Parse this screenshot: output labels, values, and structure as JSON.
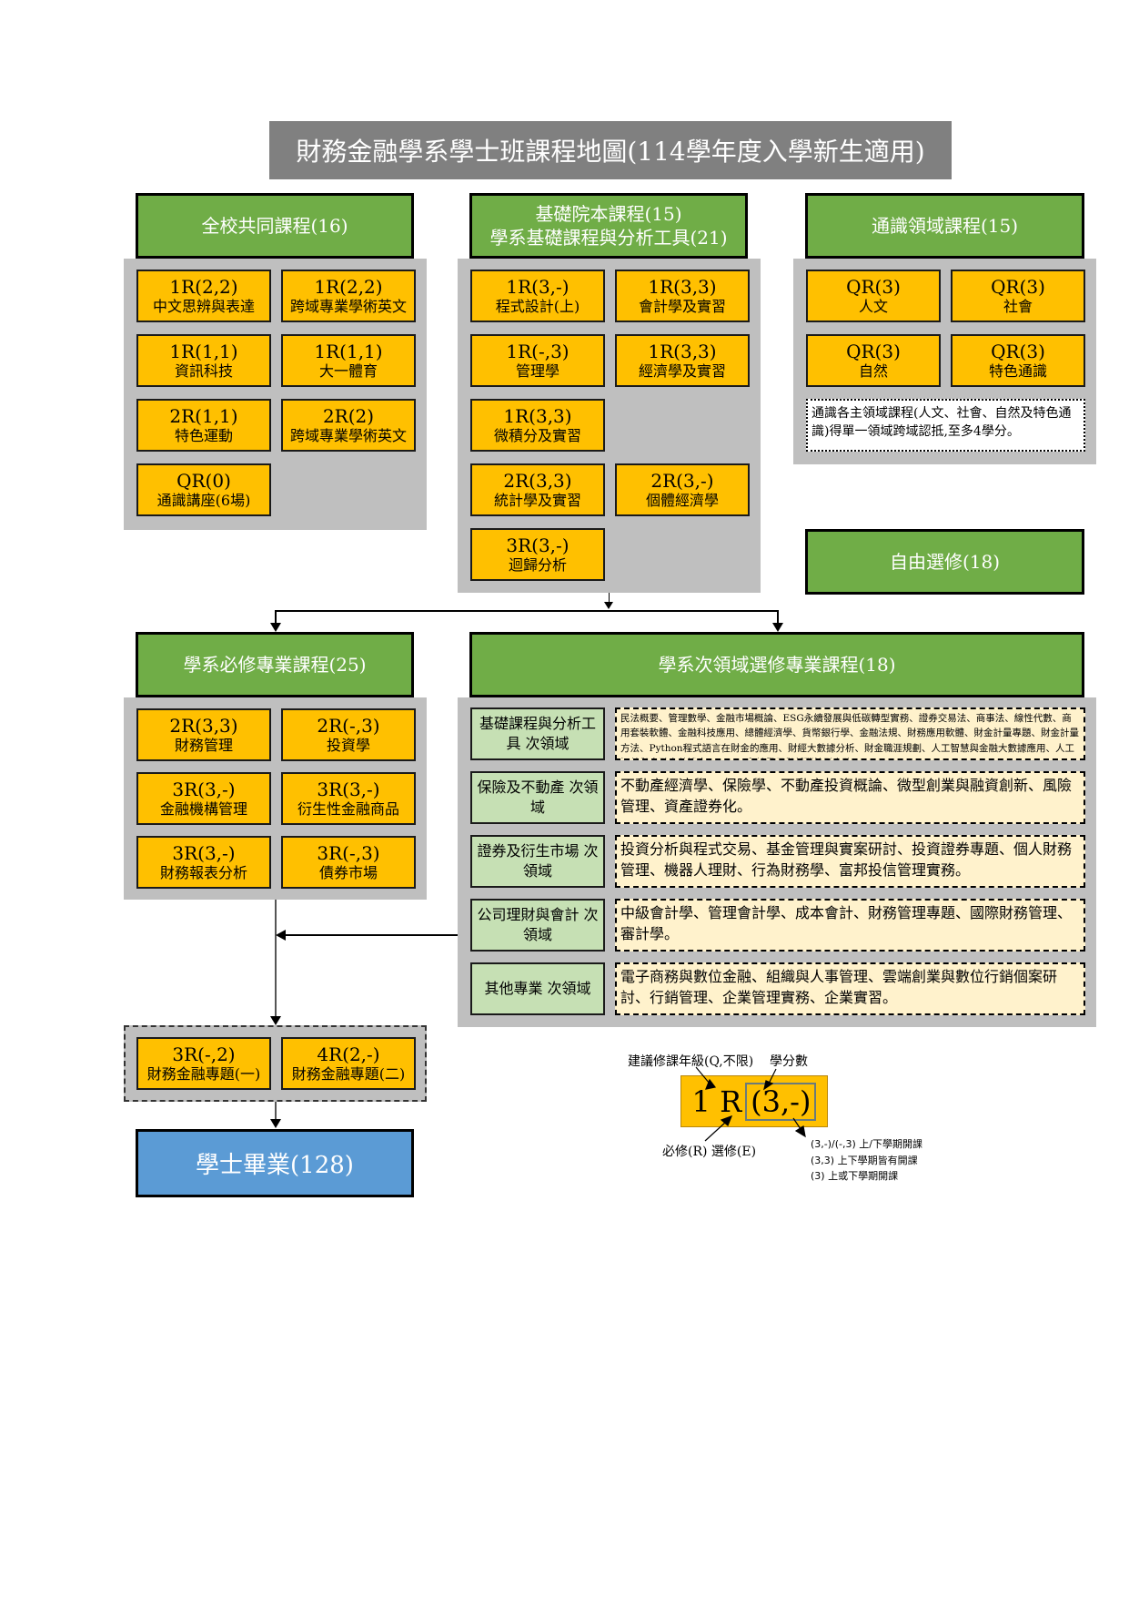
{
  "title": "財務金融學系學士班課程地圖(114學年度入學新生適用)",
  "sections": {
    "university_common": {
      "header": "全校共同課程(16)",
      "courses": [
        {
          "code": "1R(2,2)",
          "name": "中文思辨與表達"
        },
        {
          "code": "1R(2,2)",
          "name": "跨域專業學術英文"
        },
        {
          "code": "1R(1,1)",
          "name": "資訊科技"
        },
        {
          "code": "1R(1,1)",
          "name": "大一體育"
        },
        {
          "code": "2R(1,1)",
          "name": "特色運動"
        },
        {
          "code": "2R(2)",
          "name": "跨域專業學術英文"
        },
        {
          "code": "QR(0)",
          "name": "通識講座(6場)"
        }
      ]
    },
    "college_basic": {
      "header_line1": "基礎院本課程(15)",
      "header_line2": "學系基礎課程與分析工具(21)",
      "courses": [
        {
          "code": "1R(3,-)",
          "name": "程式設計(上)"
        },
        {
          "code": "1R(3,3)",
          "name": "會計學及實習"
        },
        {
          "code": "1R(-,3)",
          "name": "管理學"
        },
        {
          "code": "1R(3,3)",
          "name": "經濟學及實習"
        },
        {
          "code": "1R(3,3)",
          "name": "微積分及實習"
        },
        {
          "code": "2R(3,3)",
          "name": "統計學及實習"
        },
        {
          "code": "2R(3,-)",
          "name": "個體經濟學"
        },
        {
          "code": "3R(3,-)",
          "name": "迴歸分析"
        }
      ]
    },
    "general_education": {
      "header": "通識領域課程(15)",
      "courses": [
        {
          "code": "QR(3)",
          "name": "人文"
        },
        {
          "code": "QR(3)",
          "name": "社會"
        },
        {
          "code": "QR(3)",
          "name": "自然"
        },
        {
          "code": "QR(3)",
          "name": "特色通識"
        }
      ],
      "note": "通識各主領域課程(人文、社會、自然及特色通識)得單一領域跨域認抵,至多4學分。"
    },
    "free_elective": {
      "header": "自由選修(18)"
    },
    "dept_required": {
      "header": "學系必修專業課程(25)",
      "courses": [
        {
          "code": "2R(3,3)",
          "name": "財務管理"
        },
        {
          "code": "2R(-,3)",
          "name": "投資學"
        },
        {
          "code": "3R(3,-)",
          "name": "金融機構管理"
        },
        {
          "code": "3R(3,-)",
          "name": "衍生性金融商品"
        },
        {
          "code": "3R(3,-)",
          "name": "財務報表分析"
        },
        {
          "code": "3R(-,3)",
          "name": "債券市場"
        }
      ]
    },
    "dept_subdomain": {
      "header": "學系次領域選修專業課程(18)",
      "subdomains": [
        {
          "label": "基礎課程與分析工具 次領域",
          "courses": "民法概要、管理數學、金融市場概論、ESG永續發展與低碳轉型實務、證券交易法、商事法、線性代數、商用套裝軟體、金融科技應用、總體經濟學、貨幣銀行學、金融法規、財務應用軟體、財金計量專題、財金計量方法、Python程式語言在財金的應用、財經大數據分析、財金職涯規劃、人工智慧與金融大數據應用、人工智慧與金融大數據應用、ESG永續發展與低碳轉型實務。"
        },
        {
          "label": "保險及不動產 次領域",
          "courses": "不動產經濟學、保險學、不動產投資概論、微型創業與融資創新、風險管理、資產證券化。"
        },
        {
          "label": "證券及衍生市場 次領域",
          "courses": "投資分析與程式交易、基金管理與實案研討、投資證券專題、個人財務管理、機器人理財、行為財務學、富邦投信管理實務。"
        },
        {
          "label": "公司理財與會計 次領域",
          "courses": "中級會計學、管理會計學、成本會計、財務管理專題、國際財務管理、審計學。"
        },
        {
          "label": "其他專業 次領域",
          "courses": "電子商務與數位金融、組織與人事管理、雲端創業與數位行銷個案研討、行銷管理、企業管理實務、企業實習。"
        }
      ]
    },
    "capstone": {
      "courses": [
        {
          "code": "3R(-,2)",
          "name": "財務金融專題(一)"
        },
        {
          "code": "4R(2,-)",
          "name": "財務金融專題(二)"
        }
      ]
    },
    "graduation": {
      "label": "學士畢業(128)"
    }
  },
  "legend": {
    "grade_label": "建議修課年級(Q,不限)",
    "credit_label": "學分數",
    "sample_grade": "1 R",
    "sample_credit": "(3,-)",
    "required_label": "必修(R) 選修(E)",
    "notes": [
      "(3,-)/(-,3) 上/下學期開課",
      "(3,3) 上下學期皆有開課",
      "(3) 上或下學期開課"
    ]
  },
  "colors": {
    "header_green": "#70ad47",
    "course_orange": "#ffc000",
    "panel_gray": "#bfbfbf",
    "title_gray": "#808080",
    "subdomain_green": "#c6e0b4",
    "subdomain_cream": "#fff2cc",
    "graduation_blue": "#5b9bd5"
  }
}
